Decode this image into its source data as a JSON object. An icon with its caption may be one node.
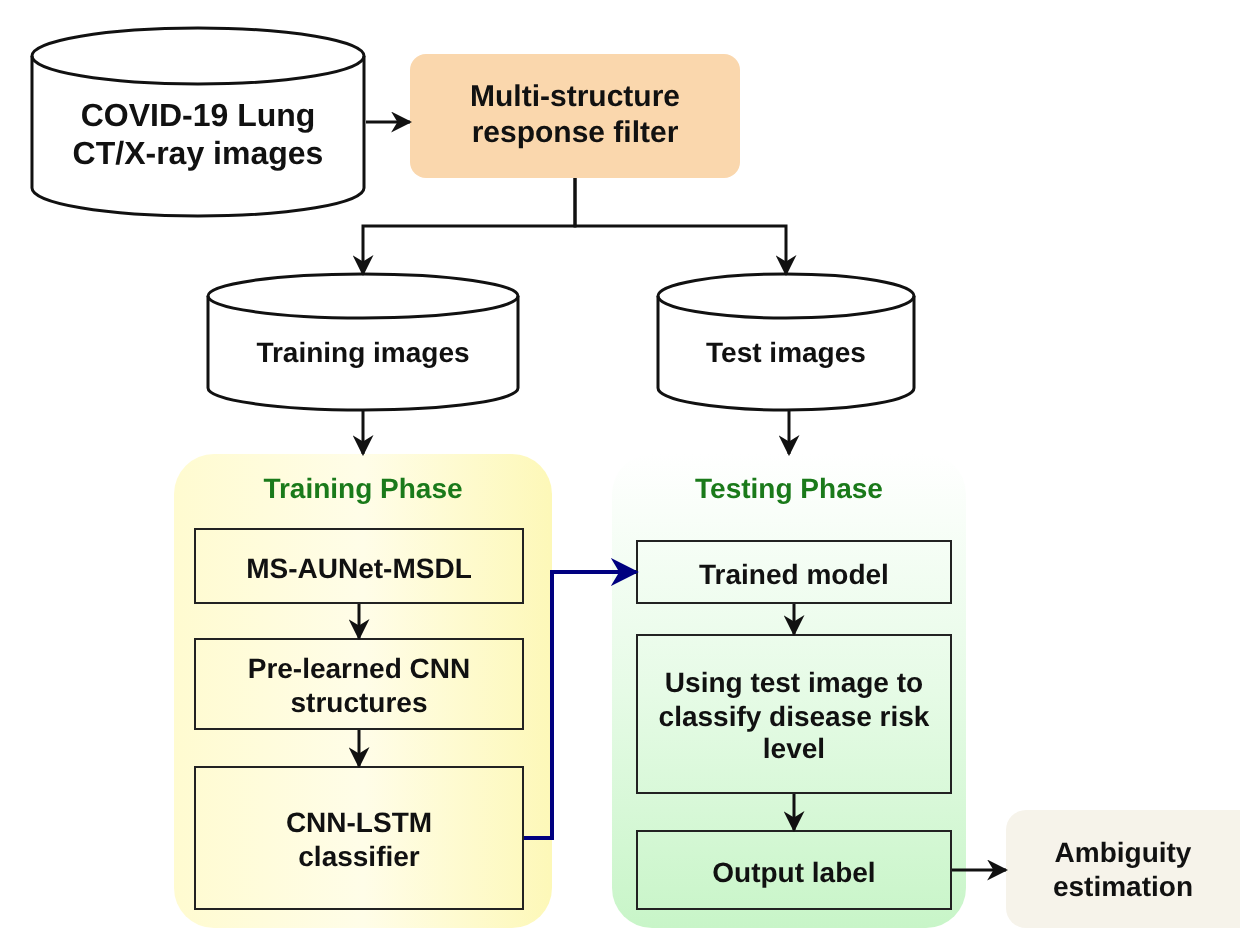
{
  "diagram": {
    "nodes": [
      {
        "text": [
          "COVID-19 Lung CT/X-ray images"
        ]
      },
      {
        "text": [
          "Multi-structure response filter"
        ]
      },
      {
        "text": [
          "Training images"
        ]
      },
      {
        "text": [
          "Test images"
        ]
      },
      {
        "text": [
          "Training Phase"
        ]
      },
      {
        "text": [
          "MS-AUNet-MSDL"
        ],
        "in": 4
      },
      {
        "text": [
          "Pre-learned CNN structures"
        ],
        "in": 4
      },
      {
        "text": [
          "CNN-LSTM classifier"
        ],
        "in": 4
      },
      {
        "text": [
          "Testing Phase"
        ]
      },
      {
        "text": [
          "Trained model"
        ],
        "in": 8
      },
      {
        "text": [
          "Using test image to classify disease risk level"
        ],
        "in": 8
      },
      {
        "text": [
          "Output label"
        ],
        "in": 8
      },
      {
        "text": [
          "Ambiguity estimation"
        ]
      }
    ],
    "edges": [
      {
        "from": 0,
        "to": 1,
        "arrow": "to"
      },
      {
        "from": 1,
        "to": 2,
        "arrow": "to"
      },
      {
        "from": 1,
        "to": 3,
        "arrow": "to"
      },
      {
        "from": 2,
        "to": 4,
        "arrow": "to"
      },
      {
        "from": 3,
        "to": 8,
        "arrow": "to"
      },
      {
        "from": 5,
        "to": 6,
        "arrow": "to"
      },
      {
        "from": 6,
        "to": 7,
        "arrow": "to"
      },
      {
        "from": 7,
        "to": 9,
        "arrow": "to",
        "color": "#000080"
      },
      {
        "from": 9,
        "to": 10,
        "arrow": "to"
      },
      {
        "from": 10,
        "to": 11,
        "arrow": "to"
      },
      {
        "from": 11,
        "to": 12,
        "arrow": "to"
      }
    ]
  }
}
